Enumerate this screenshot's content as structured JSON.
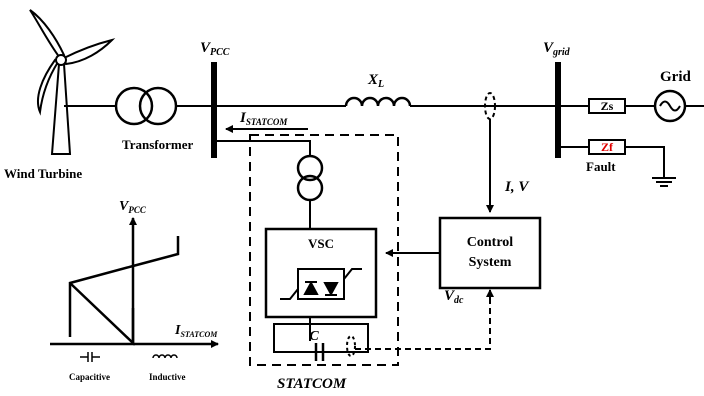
{
  "buses": {
    "pcc": {
      "main": "V",
      "sub": "PCC"
    },
    "grid": {
      "main": "V",
      "sub": "grid"
    }
  },
  "line": {
    "reactance_main": "X",
    "reactance_sub": "L"
  },
  "labels": {
    "wind_turbine": "Wind Turbine",
    "transformer": "Transformer",
    "grid": "Grid",
    "zs": "Zs",
    "zf": "Zf",
    "fault": "Fault",
    "i_statcom_main": "I",
    "i_statcom_sub": "STATCOM",
    "measurements": "I, V",
    "control_line1": "Control",
    "control_line2": "System",
    "vsc": "VSC",
    "capacitor": "C",
    "vdc_main": "V",
    "vdc_sub": "dc",
    "statcom": "STATCOM"
  },
  "vi_chart": {
    "y_axis_main": "V",
    "y_axis_sub": "PCC",
    "x_axis_main": "I",
    "x_axis_sub": "STATCOM",
    "capacitive": "Capacitive",
    "inductive": "Inductive"
  },
  "colors": {
    "line": "#000000",
    "fault_impedance_text": "#e00000"
  }
}
